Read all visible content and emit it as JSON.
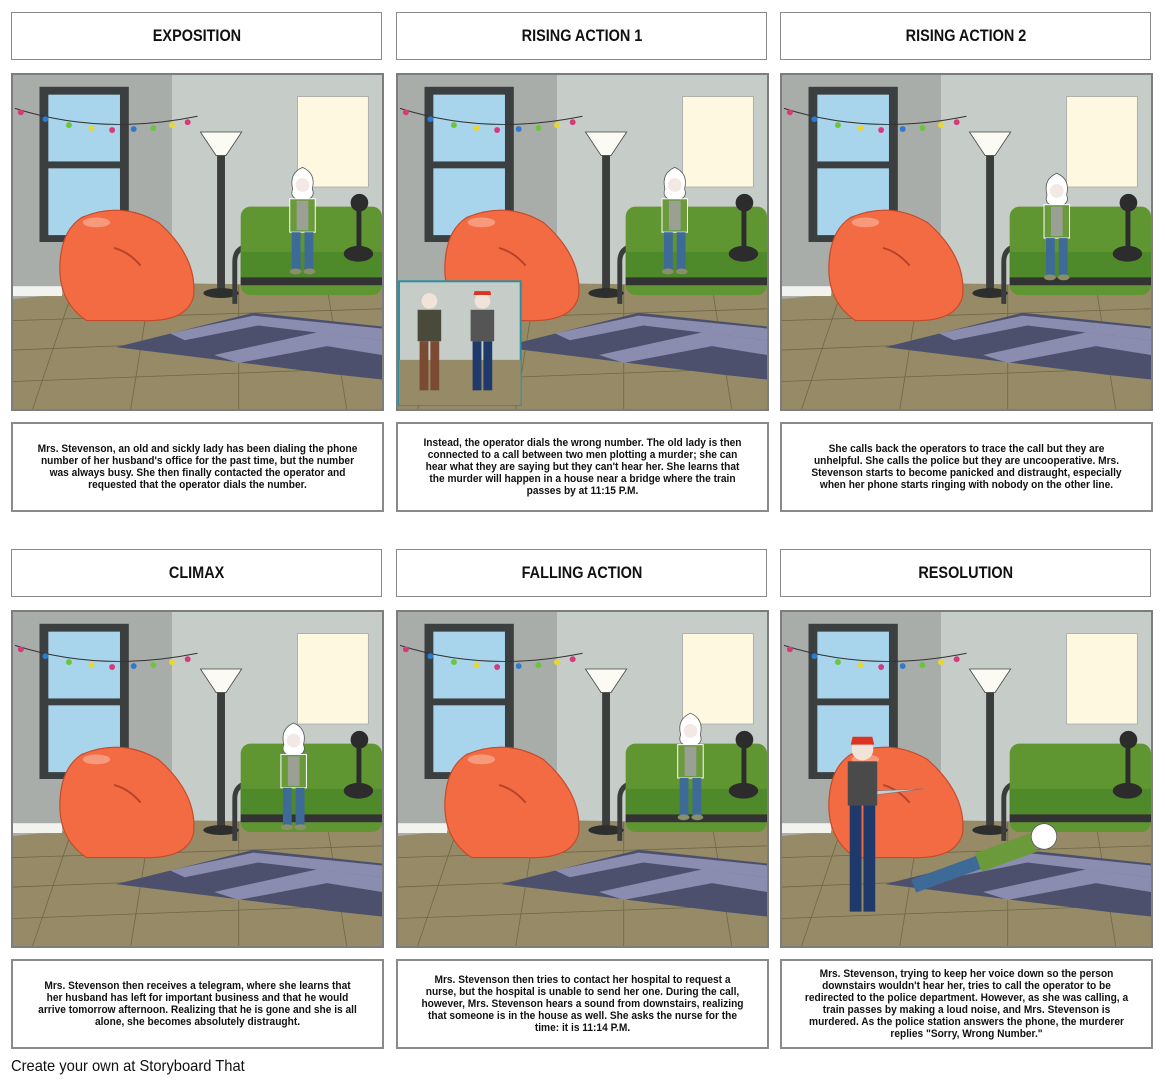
{
  "panels": [
    {
      "title": "EXPOSITION",
      "caption": "Mrs. Stevenson, an old and sickly lady has been dialing the phone number of her husband's office for the past time, but the number was always busy. She then finally contacted the operator and requested that the operator dials the number."
    },
    {
      "title": "RISING ACTION 1",
      "caption": "Instead, the operator dials the wrong number. The old lady is then connected to a call between two men plotting a murder; she can hear what they are saying but they can't hear her. She learns that the murder will happen in a house near a bridge where the train passes by at 11:15 P.M."
    },
    {
      "title": "RISING ACTION 2",
      "caption": "She calls back the operators to trace the call but they are unhelpful. She calls the police but they are uncooperative. Mrs. Stevenson starts to become panicked and distraught, especially when her phone starts ringing with nobody on the other line."
    },
    {
      "title": "CLIMAX",
      "caption": "Mrs. Stevenson then receives a telegram, where she learns that her husband has left for important business and that he would arrive tomorrow afternoon. Realizing that he is gone and she is all alone, she becomes absolutely distraught."
    },
    {
      "title": "FALLING ACTION",
      "caption": "Mrs. Stevenson then tries to contact her hospital to request a nurse, but the hospital is unable to send her one. During the call, however, Mrs. Stevenson hears a sound from downstairs, realizing that someone is in the house as well. She asks the nurse for the time: it is 11:14 P.M."
    },
    {
      "title": "RESOLUTION",
      "caption": "Mrs. Stevenson, trying to keep her voice down so the person downstairs wouldn't hear her, tries to call the operator to be redirected to the police department. However, as she was calling, a train passes by making a loud noise, and Mrs. Stevenson is murdered. As the police station answers the phone, the murderer replies \"Sorry, Wrong Number.\""
    }
  ],
  "footer": "Create your own at Storyboard That",
  "colors": {
    "bean_bag": "#f26b43",
    "couch": "#5f9632",
    "wall": "#c6ccc7",
    "floor": "#958a64"
  }
}
